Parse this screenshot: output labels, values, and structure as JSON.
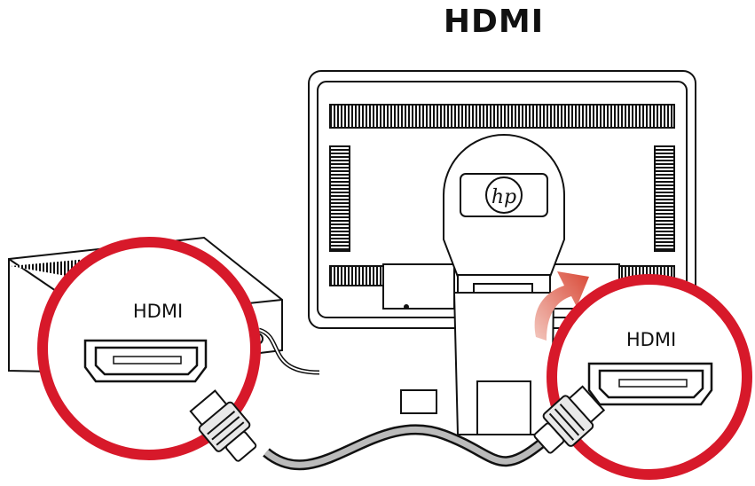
{
  "title": "HDMI",
  "hp_logo": "hp",
  "left_callout_label": "HDMI",
  "right_callout_label": "HDMI",
  "colors": {
    "callout_ring": "#d7192a",
    "arrow": "#d94a38",
    "outline": "#111111"
  },
  "icons": [
    "hdmi-port-icon",
    "hdmi-cable-icon",
    "hp-logo",
    "curved-arrow-icon"
  ]
}
